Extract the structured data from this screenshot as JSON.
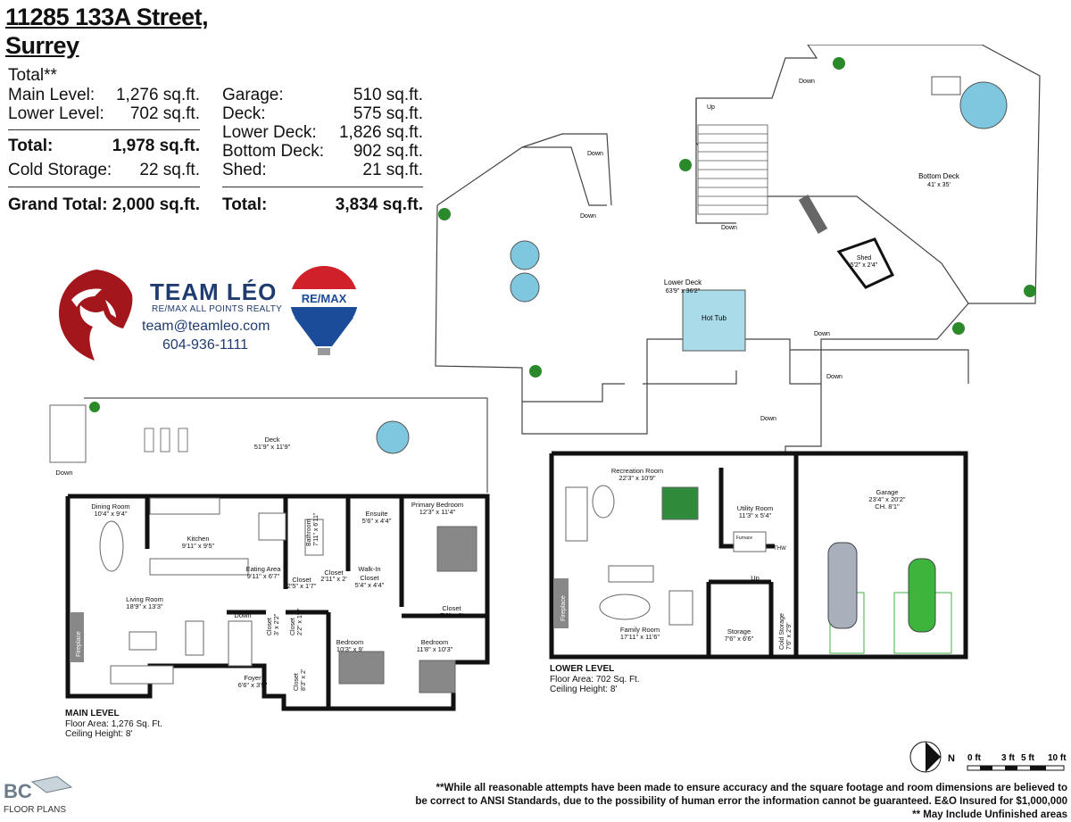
{
  "header": {
    "line1": "11285 133A Street,",
    "line2": "Surrey",
    "total_heading": "Total**"
  },
  "areas_left": [
    {
      "label": "Main Level:",
      "value": "1,276 sq.ft."
    },
    {
      "label": "Lower Level:",
      "value": "702 sq.ft."
    }
  ],
  "subtotal": {
    "label": "Total:",
    "value": "1,978 sq.ft."
  },
  "cold_storage": {
    "label": "Cold Storage:",
    "value": "22 sq.ft."
  },
  "grand_total": {
    "label": "Grand Total:",
    "value": "2,000 sq.ft."
  },
  "areas_right": [
    {
      "label": "Garage:",
      "value": "510 sq.ft."
    },
    {
      "label": "Deck:",
      "value": "575 sq.ft."
    },
    {
      "label": "Lower Deck:",
      "value": "1,826 sq.ft."
    },
    {
      "label": "Bottom Deck:",
      "value": "902 sq.ft."
    },
    {
      "label": "Shed:",
      "value": "21 sq.ft."
    }
  ],
  "right_total": {
    "label": "Total:",
    "value": "3,834 sq.ft."
  },
  "branding": {
    "team": "TEAM LÉO",
    "brokerage": "RE/MAX ALL POINTS REALTY",
    "email": "team@teamleo.com",
    "phone": "604-936-1111",
    "remax": "RE/MAX"
  },
  "main_level": {
    "title": "MAIN LEVEL",
    "area": "Floor Area: 1,276 Sq. Ft.",
    "ceiling": "Ceiling Height: 8'",
    "rooms": {
      "deck": "Deck",
      "deck_dim": "51'9\" x 11'9\"",
      "dining": "Dining Room",
      "dining_dim": "10'4\" x 9'4\"",
      "kitchen": "Kitchen",
      "kitchen_dim": "9'11\" x 9'5\"",
      "eating": "Eating Area",
      "eating_dim": "9'11\" x 6'7\"",
      "bath": "Bathroom",
      "bath_dim": "7'11\" x 6'11\"",
      "ensuite": "Ensuite",
      "ensuite_dim": "5'6\" x 4'4\"",
      "primary": "Primary Bedroom",
      "primary_dim": "12'3\" x 11'4\"",
      "closet1": "Closet",
      "closet1_dim": "2'11\" x 2'",
      "closet2": "Closet",
      "closet2_dim": "2'5\" x 1'7\"",
      "walkin": "Walk-In",
      "walkin2": "Closet",
      "walkin_dim": "5'4\" x 4'4\"",
      "closet3": "Closet",
      "closet3_dim": "7'6\" x 2'",
      "living": "Living Room",
      "living_dim": "18'9\" x 13'3\"",
      "fireplace": "Fireplace",
      "closet4": "Closet",
      "closet4_dim": "3' x 2'2\"",
      "closet5": "Closet",
      "closet5_dim": "2'2\" x 1'3\"",
      "bed1": "Bedroom",
      "bed1_dim": "10'3\" x 9'",
      "bed2": "Bedroom",
      "bed2_dim": "11'8\" x 10'3\"",
      "foyer": "Foyer",
      "foyer_dim": "6'6\" x 3'9\"",
      "closet6": "Closet",
      "closet6_dim": "8'3\" x 2'",
      "down": "Down"
    }
  },
  "lower_level": {
    "title": "LOWER LEVEL",
    "area": "Floor Area: 702 Sq. Ft.",
    "ceiling": "Ceiling Height: 8'",
    "rooms": {
      "rec": "Recreation Room",
      "rec_dim": "22'3\" x 10'9\"",
      "utility": "Utility Room",
      "utility_dim": "11'3\" x 5'4\"",
      "furnace": "Furnace",
      "thw": "THW",
      "garage": "Garage",
      "garage_dim": "23'4\" x 20'2\"",
      "garage_ch": "CH. 8'1\"",
      "family": "Family Room",
      "family_dim": "17'11\" x 11'6\"",
      "fireplace": "Fireplace",
      "storage": "Storage",
      "storage_dim": "7'6\" x 6'6\"",
      "cold": "Cold Storage",
      "cold_dim": "7'6\" x 2'9\"",
      "up": "Up"
    }
  },
  "decks": {
    "lower_deck": "Lower Deck",
    "lower_deck_dim": "63'9\" x 36'2\"",
    "hot_tub": "Hot Tub",
    "bottom_deck": "Bottom Deck",
    "bottom_deck_dim": "41' x 35'",
    "shed": "Shed",
    "shed_dim": "5'2\" x 2'4\"",
    "down": "Down",
    "up": "Up"
  },
  "scale": {
    "n": "N",
    "l0": "0 ft",
    "l1": "3 ft",
    "l2": "5 ft",
    "l3": "10 ft"
  },
  "disclaimer": {
    "line1": "**While all reasonable attempts have been made to ensure accuracy and the square footage and room dimensions are believed to",
    "line2": "be correct to ANSI Standards, due to the possibility of human error the information cannot be guaranteed. E&O Insured for $1,000,000",
    "line3": "** May Include Unfinished areas"
  },
  "bc_logo": {
    "mark": "BC",
    "text": "FLOOR PLANS"
  },
  "colors": {
    "navy": "#1f3b70",
    "red": "#a3161c",
    "teal": "#7fc7de",
    "hottub": "#a9dbe8",
    "plant": "#2a8a2a",
    "car_green": "#3db53d"
  }
}
